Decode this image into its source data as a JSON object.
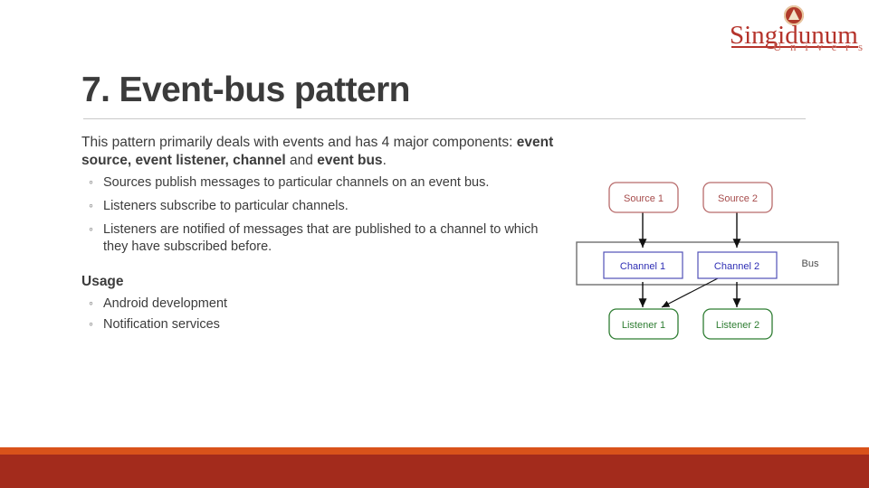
{
  "logo": {
    "wordmark": "Singidunum",
    "subtitle": "U n i v e r s i t y",
    "crest_icon": "shield-crest-icon",
    "color": "#b5332b"
  },
  "slide": {
    "title": "7. Event-bus pattern",
    "paragraph": {
      "lead": "This pattern primarily deals with events and has 4 major components: ",
      "bold_1": "event source, event  listener, channel",
      "mid": " and ",
      "bold_2": "event bus",
      "tail": "."
    },
    "bullets": [
      "Sources publish messages to particular channels on an event bus.",
      "Listeners subscribe to particular channels.",
      "Listeners are notified of messages that are published to a channel to which they have subscribed before."
    ],
    "usage": {
      "heading": "Usage",
      "items": [
        "Android development",
        "Notification services"
      ]
    }
  },
  "diagram": {
    "type": "event-bus-architecture",
    "bus_label": "Bus",
    "sources": [
      "Source 1",
      "Source 2"
    ],
    "channels": [
      "Channel 1",
      "Channel 2"
    ],
    "listeners": [
      "Listener 1",
      "Listener 2"
    ],
    "colors": {
      "source": "#b05a5a",
      "channel": "#3b3bb0",
      "listener": "#2e7d32",
      "bus": "#4a4a4a",
      "arrow": "#111111"
    },
    "connections": [
      "Source 1 -> Channel 1",
      "Source 2 -> Channel 2",
      "Channel 1 -> Listener 1",
      "Channel 2 -> Listener 1",
      "Channel 2 -> Listener 2"
    ]
  },
  "footer": {
    "stripe_top_color": "#d9521a",
    "stripe_bottom_color": "#a32b1c"
  }
}
